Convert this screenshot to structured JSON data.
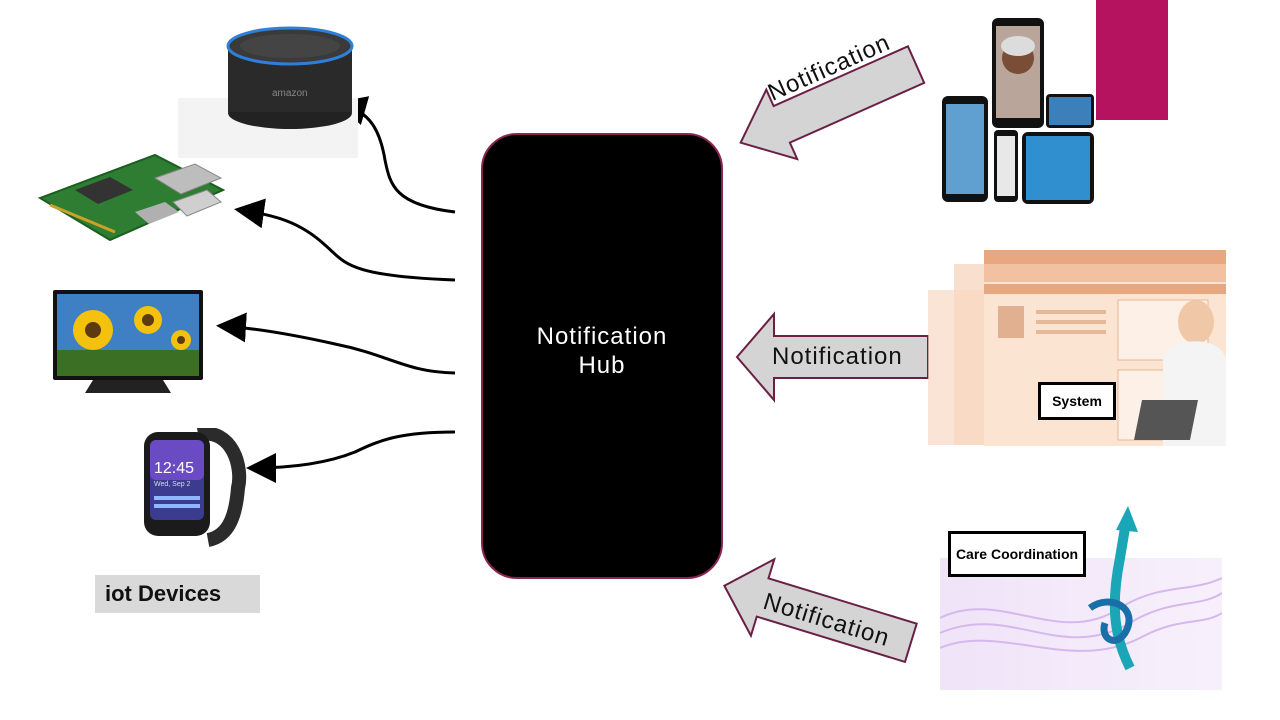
{
  "hub": {
    "label": "Notification\nHub"
  },
  "arrows": {
    "top_label": "Notification",
    "middle_label": "Notification",
    "bottom_label": "Notification"
  },
  "sources": {
    "system_label": "System",
    "care_label": "Care Coordination"
  },
  "devices": {
    "group_label": "iot Devices",
    "echo_brand": "amazon",
    "watch_time": "12:45",
    "watch_date": "Wed, Sep 2"
  },
  "colors": {
    "hub_fill": "#000000",
    "hub_border": "#8a2350",
    "arrow_fill": "#d4d4d4",
    "arrow_stroke": "#6b1f45",
    "accent_magenta": "#b5125f"
  }
}
